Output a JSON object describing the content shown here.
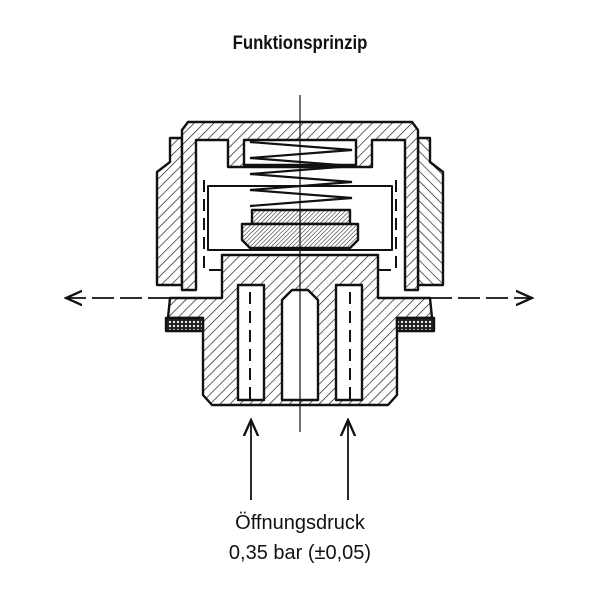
{
  "title": "Funktionsprinzip",
  "caption": {
    "label": "Öffnungsdruck",
    "value": "0,35 bar (±0,05)"
  }
}
